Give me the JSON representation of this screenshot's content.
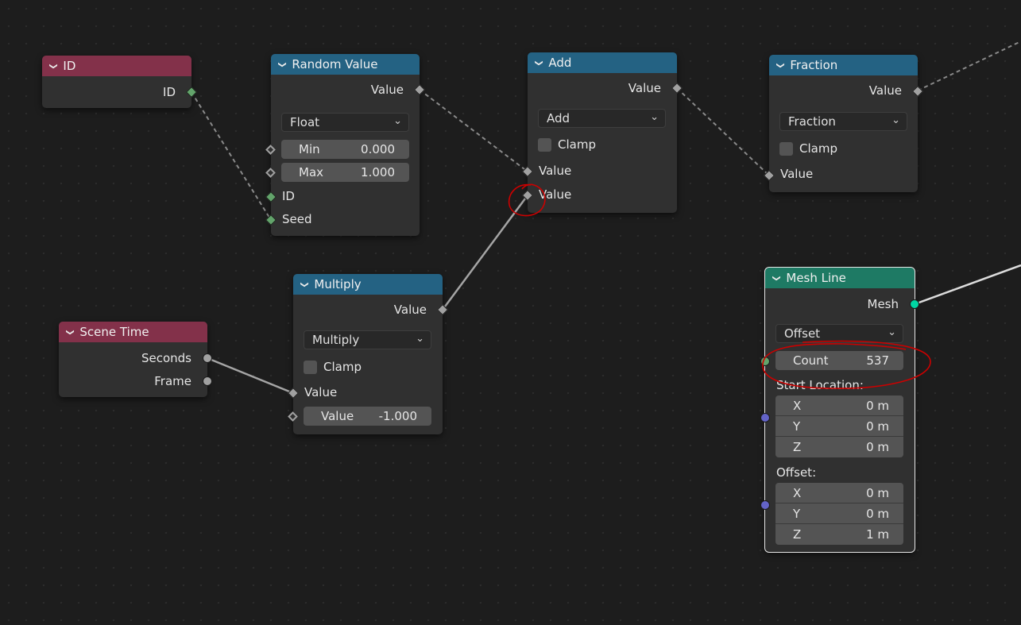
{
  "nodes": {
    "id_node": {
      "title": "ID",
      "output": "ID"
    },
    "random_value": {
      "title": "Random Value",
      "output": "Value",
      "type_select": "Float",
      "min_label": "Min",
      "min_value": "0.000",
      "max_label": "Max",
      "max_value": "1.000",
      "id_input": "ID",
      "seed_input": "Seed"
    },
    "add": {
      "title": "Add",
      "output": "Value",
      "operation": "Add",
      "clamp_label": "Clamp",
      "input_1": "Value",
      "input_2": "Value"
    },
    "fraction": {
      "title": "Fraction",
      "output": "Value",
      "operation": "Fraction",
      "clamp_label": "Clamp",
      "input_1": "Value"
    },
    "scene_time": {
      "title": "Scene Time",
      "out_seconds": "Seconds",
      "out_frame": "Frame"
    },
    "multiply": {
      "title": "Multiply",
      "output": "Value",
      "operation": "Multiply",
      "clamp_label": "Clamp",
      "input_1": "Value",
      "input_2_label": "Value",
      "input_2_value": "-1.000"
    },
    "mesh_line": {
      "title": "Mesh Line",
      "output": "Mesh",
      "mode": "Offset",
      "count_label": "Count",
      "count_value": "537",
      "start_label": "Start Location:",
      "start": [
        {
          "axis": "X",
          "value": "0 m"
        },
        {
          "axis": "Y",
          "value": "0 m"
        },
        {
          "axis": "Z",
          "value": "0 m"
        }
      ],
      "offset_label": "Offset:",
      "offset": [
        {
          "axis": "X",
          "value": "0 m"
        },
        {
          "axis": "Y",
          "value": "0 m"
        },
        {
          "axis": "Z",
          "value": "1 m"
        }
      ]
    }
  },
  "colors": {
    "input_header": "#83314a",
    "converter_header": "#246283",
    "geometry_header": "#1e7a64",
    "float_socket": "#a1a1a1",
    "int_socket": "#63a46b",
    "geometry_socket": "#00d6a3",
    "vector_socket": "#6363c7",
    "annotation": "#cc0000"
  },
  "icons": {
    "collapse": "chevron-down-icon",
    "dropdown": "chevron-down-icon"
  }
}
